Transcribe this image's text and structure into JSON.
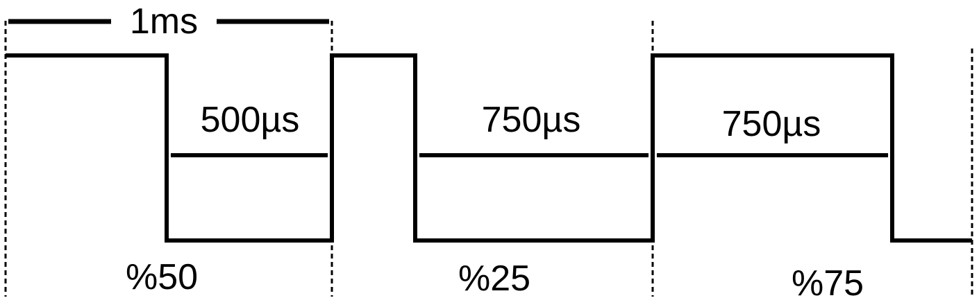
{
  "diagram": {
    "period_label": "1ms",
    "intervals": [
      {
        "label": "500µs"
      },
      {
        "label": "750µs"
      },
      {
        "label": "750µs"
      }
    ],
    "duty_labels": [
      "%50",
      "%25",
      "%75"
    ]
  },
  "colors": {
    "stroke": "#000000",
    "background": "#ffffff"
  }
}
